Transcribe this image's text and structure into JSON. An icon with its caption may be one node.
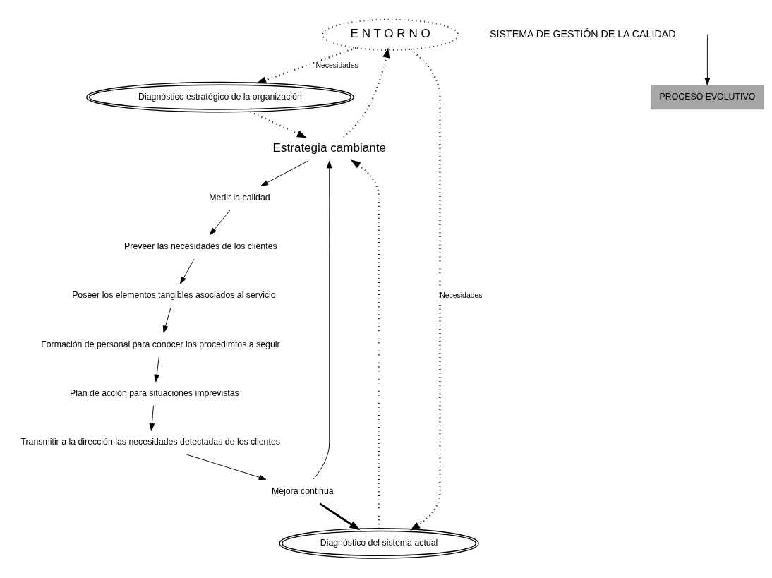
{
  "diagram": {
    "nodes": [
      {
        "text": [
          "E N T O R N O"
        ]
      },
      {
        "text": [
          "Diagnóstico estratégico de la organización"
        ]
      },
      {
        "text": [
          "Diagnóstico del sistema actual"
        ]
      },
      {
        "text": [
          "Estrategia cambiante"
        ]
      },
      {
        "text": [
          "Medir la calidad"
        ]
      },
      {
        "text": [
          "Preveer las necesidades de los clientes"
        ]
      },
      {
        "text": [
          "Poseer los elementos tangibles asociados al servicio"
        ]
      },
      {
        "text": [
          "Formación de personal para conocer los procedimtos a seguir"
        ]
      },
      {
        "text": [
          "Plan de acción para situaciones imprevistas"
        ]
      },
      {
        "text": [
          "Transmitir a la dirección las necesidades detectadas de los clientes"
        ]
      },
      {
        "text": [
          "Mejora continua"
        ]
      },
      {
        "text": [
          "SISTEMA DE GESTIÓN DE LA CALIDAD"
        ]
      },
      {
        "text": [
          "PROCESO EVOLUTIVO"
        ]
      }
    ],
    "edges": [
      {
        "from": 0,
        "to": 1,
        "arrow": "to",
        "label": "Necesidades",
        "style": "dashed"
      },
      {
        "from": 0,
        "to": 2,
        "arrow": "to",
        "label": "Necesidades",
        "style": "dashed"
      },
      {
        "from": 3,
        "to": 0,
        "arrow": "to",
        "style": "dashed"
      },
      {
        "from": 10,
        "to": 2,
        "arrow": "to",
        "style": "thick"
      },
      {
        "from": 2,
        "to": 3,
        "arrow": "to",
        "style": "dashed"
      },
      {
        "from": 1,
        "to": 3,
        "arrow": "to",
        "style": "dashed"
      },
      {
        "from": 3,
        "to": 4,
        "arrow": "to"
      },
      {
        "from": 4,
        "to": 5,
        "arrow": "to"
      },
      {
        "from": 5,
        "to": 6,
        "arrow": "to"
      },
      {
        "from": 6,
        "to": 7,
        "arrow": "to"
      },
      {
        "from": 7,
        "to": 8,
        "arrow": "to"
      },
      {
        "from": 8,
        "to": 9,
        "arrow": "to"
      },
      {
        "from": 9,
        "to": 10,
        "arrow": "to"
      },
      {
        "from": 10,
        "to": 3,
        "arrow": "to"
      },
      {
        "from": null,
        "to": 12,
        "arrow": "to"
      }
    ]
  }
}
